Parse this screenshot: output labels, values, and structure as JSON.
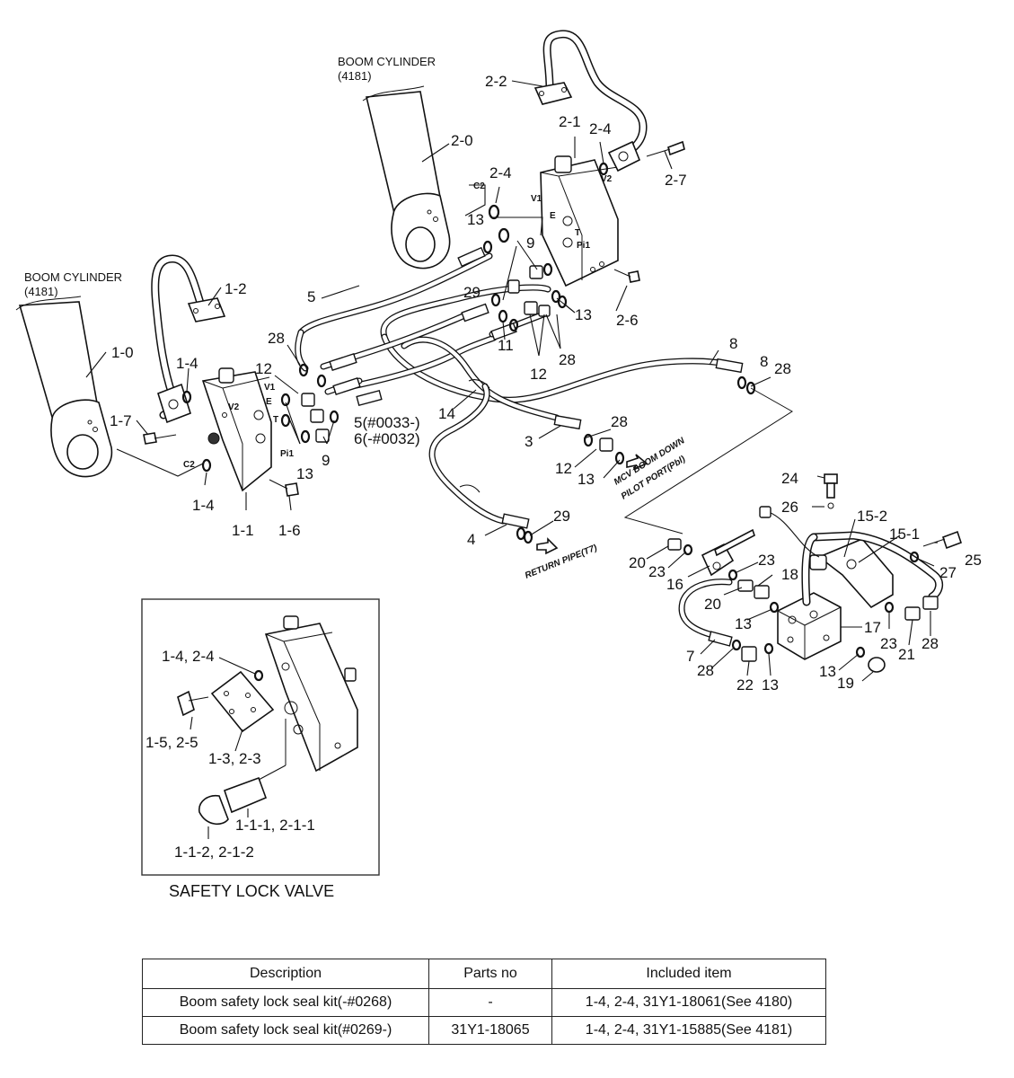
{
  "labels": {
    "boom_cylinder_upper": "BOOM CYLINDER",
    "boom_cylinder_upper_ref": "(4181)",
    "boom_cylinder_lower": "BOOM CYLINDER",
    "boom_cylinder_lower_ref": "(4181)",
    "mcv_port_line1": "MCV BOOM DOWN",
    "mcv_port_line2": "PILOT PORT(Pbl)",
    "return_pipe": "RETURN PIPE(T7)",
    "inset_title": "SAFETY LOCK VALVE"
  },
  "ports": {
    "c2": "C2",
    "v1": "V1",
    "v2": "V2",
    "e": "E",
    "t": "T",
    "pi1": "Pi1"
  },
  "callouts": {
    "c_2_2": "2-2",
    "c_2_0": "2-0",
    "c_2_1": "2-1",
    "c_2_4a": "2-4",
    "c_2_4b": "2-4",
    "c_2_7": "2-7",
    "c_2_6": "2-6",
    "c_1_0": "1-0",
    "c_1_2": "1-2",
    "c_1_4a": "1-4",
    "c_1_4b": "1-4",
    "c_1_7": "1-7",
    "c_1_1": "1-1",
    "c_1_6": "1-6",
    "c_5": "5",
    "c_5_6a": "5(#0033-)",
    "c_5_6b": "6(-#0032)",
    "c_9a": "9",
    "c_9b": "9",
    "c_13a": "13",
    "c_13b": "13",
    "c_13c": "13",
    "c_13d": "13",
    "c_13e": "13",
    "c_13f": "13",
    "c_13g": "13",
    "c_29a": "29",
    "c_29b": "29",
    "c_11": "11",
    "c_12a": "12",
    "c_12b": "12",
    "c_12c": "12",
    "c_28a": "28",
    "c_28b": "28",
    "c_28c": "28",
    "c_28d": "28",
    "c_28e": "28",
    "c_28f": "28",
    "c_8a": "8",
    "c_8b": "8",
    "c_14": "14",
    "c_3": "3",
    "c_4": "4",
    "c_24": "24",
    "c_26": "26",
    "c_15_2": "15-2",
    "c_15_1": "15-1",
    "c_25": "25",
    "c_27": "27",
    "c_20a": "20",
    "c_20b": "20",
    "c_23a": "23",
    "c_23b": "23",
    "c_23c": "23",
    "c_16": "16",
    "c_18": "18",
    "c_17": "17",
    "c_21": "21",
    "c_7": "7",
    "c_22": "22",
    "c_19": "19",
    "i_1_4_2_4": "1-4, 2-4",
    "i_1_5_2_5": "1-5, 2-5",
    "i_1_3_2_3": "1-3, 2-3",
    "i_1_1_1": "1-1-1, 2-1-1",
    "i_1_1_2": "1-1-2, 2-1-2"
  },
  "table": {
    "headers": [
      "Description",
      "Parts no",
      "Included item"
    ],
    "rows": [
      {
        "description": "Boom safety lock seal kit(-#0268)",
        "parts_no": "-",
        "included": "1-4, 2-4, 31Y1-18061(See 4180)"
      },
      {
        "description": "Boom safety lock seal kit(#0269-)",
        "parts_no": "31Y1-18065",
        "included": "1-4, 2-4, 31Y1-15885(See 4181)"
      }
    ]
  }
}
